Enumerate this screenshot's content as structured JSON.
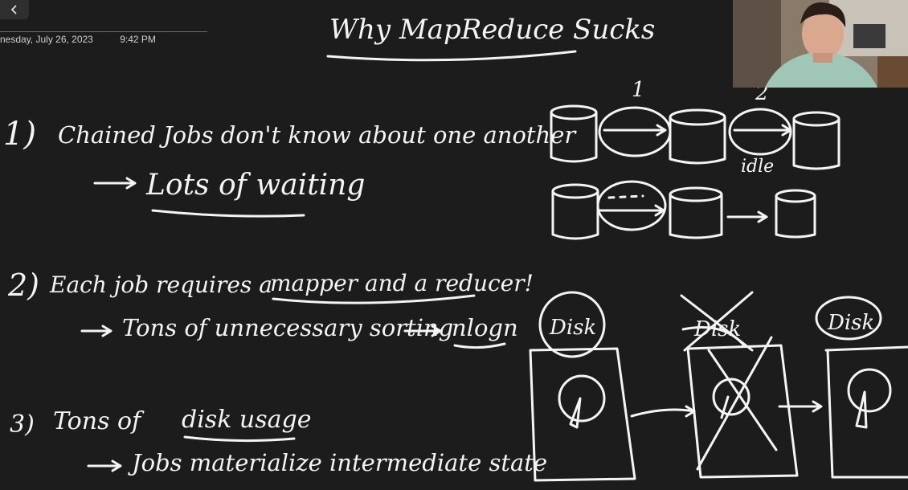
{
  "note": {
    "date": "nesday, July 26, 2023",
    "time": "9:42 PM",
    "title": "Why MapReduce Sucks"
  },
  "points": [
    {
      "number": "1)",
      "text": "Chained Jobs don't know about one another",
      "sub": "Lots of waiting"
    },
    {
      "number": "2)",
      "text_a": "Each job requires a",
      "text_b": "mapper and a reducer!",
      "sub_a": "Tons of unnecessary sorting",
      "sub_b": "nlogn"
    },
    {
      "number": "3)",
      "text_a": "Tons of",
      "text_b": "disk usage",
      "sub": "Jobs materialize intermediate state"
    }
  ],
  "diagram": {
    "label_1": "1",
    "label_2": "2",
    "idle": "idle",
    "disk_1": "Disk",
    "disk_2": "Disk",
    "disk_3": "Disk"
  },
  "colors": {
    "background": "#1c1c1c",
    "ink": "#f4f4f4"
  },
  "icons": {
    "back": "chevron-left-icon"
  }
}
